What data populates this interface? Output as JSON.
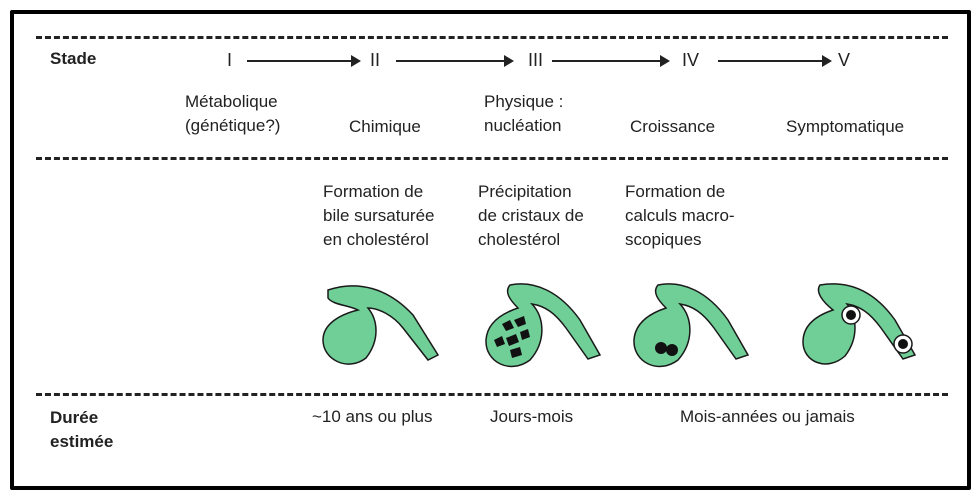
{
  "row_labels": {
    "stage": "Stade",
    "duration": "Durée\nestimée"
  },
  "stages": [
    {
      "numeral": "I",
      "name": "Métabolique\n(génétique?)",
      "description": "",
      "duration": ""
    },
    {
      "numeral": "II",
      "name": "Chimique",
      "description": "Formation de\nbile sursaturée\nen cholestérol",
      "duration": "~10 ans ou plus"
    },
    {
      "numeral": "III",
      "name": "Physique :\nnucléation",
      "description": "Précipitation\nde cristaux de\ncholestérol",
      "duration": "Jours-mois"
    },
    {
      "numeral": "IV",
      "name": "Croissance",
      "description": "Formation de\ncalculs macro-\nscopiques",
      "duration": "Mois-années ou jamais"
    },
    {
      "numeral": "V",
      "name": "Symptomatique",
      "description": "",
      "duration": ""
    }
  ],
  "colors": {
    "gallbladder_fill": "#6fcf97",
    "outline": "#1a1a1a",
    "stone": "#111111"
  },
  "icons": [
    "gallbladder-clear-icon",
    "gallbladder-crystals-icon",
    "gallbladder-stones-icon",
    "gallbladder-obstruction-icon"
  ]
}
